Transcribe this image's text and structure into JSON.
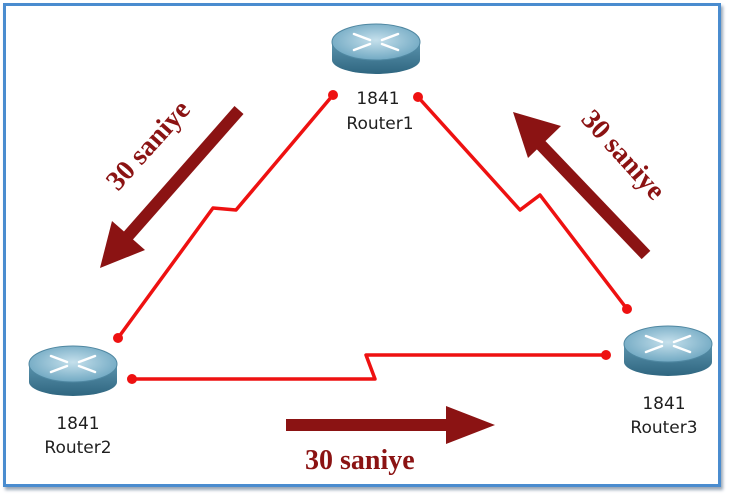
{
  "routers": [
    {
      "id": "router1",
      "model": "1841",
      "name": "Router1"
    },
    {
      "id": "router2",
      "model": "1841",
      "name": "Router2"
    },
    {
      "id": "router3",
      "model": "1841",
      "name": "Router3"
    }
  ],
  "arrow_labels": {
    "left": "30 saniye",
    "right": "30 saniye",
    "bottom": "30 saniye"
  },
  "colors": {
    "link": "#ee1111",
    "arrow": "#8b1313",
    "router_body": "#5f9ab4",
    "frame": "#4a8ccf"
  }
}
